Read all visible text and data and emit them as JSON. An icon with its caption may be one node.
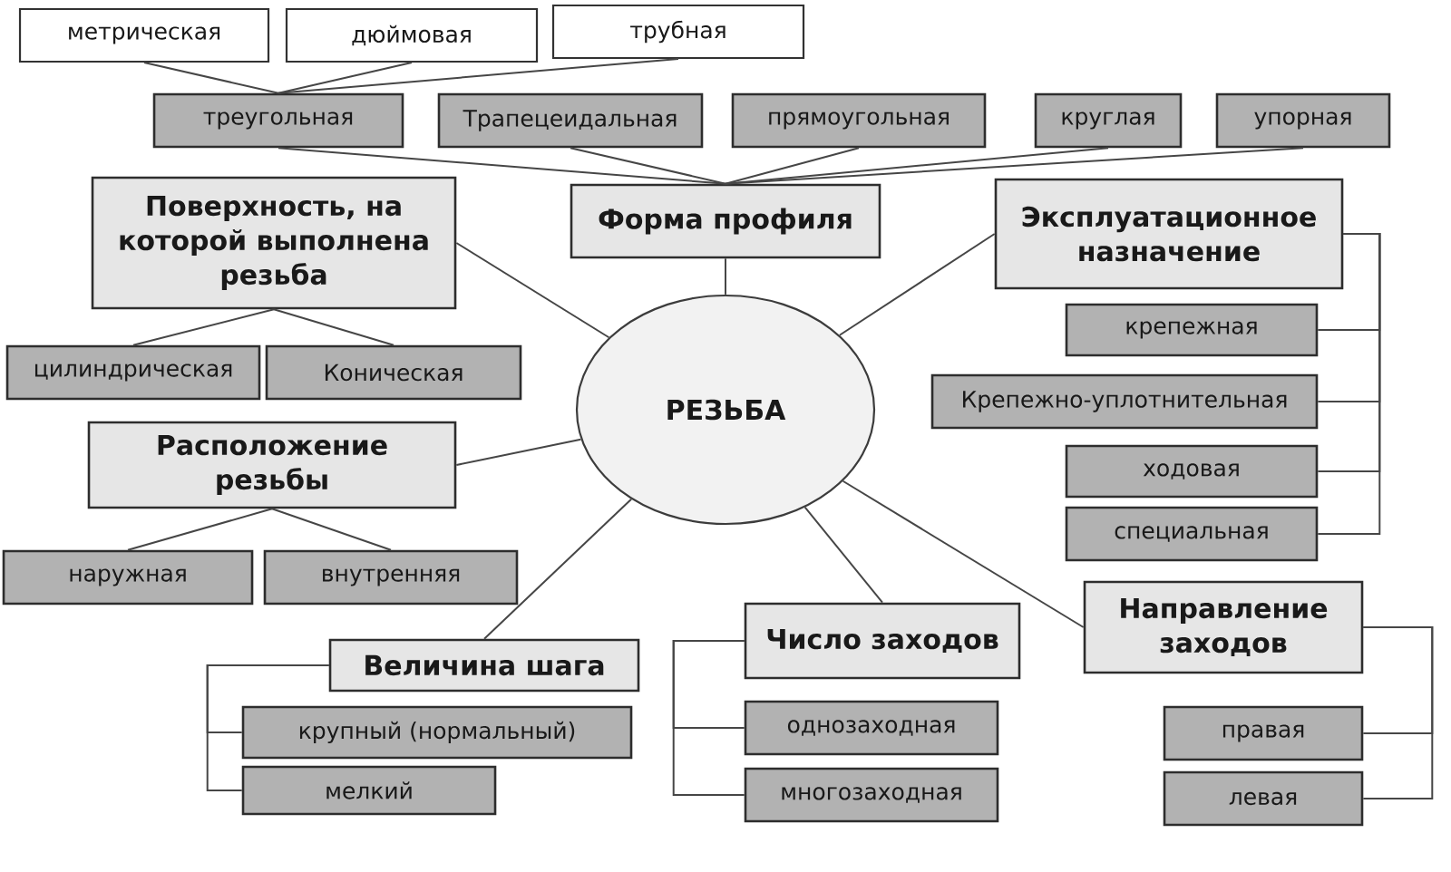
{
  "diagram": {
    "nodes": [
      {
        "text": [
          "метрическая"
        ]
      },
      {
        "text": [
          "дюймовая"
        ]
      },
      {
        "text": [
          "трубная"
        ]
      },
      {
        "text": [
          "треугольная"
        ]
      },
      {
        "text": [
          "Трапецеидальная"
        ]
      },
      {
        "text": [
          "прямоугольная"
        ]
      },
      {
        "text": [
          "круглая"
        ]
      },
      {
        "text": [
          "упорная"
        ]
      },
      {
        "text": [
          "Поверхность, на которой выполнена резьба"
        ]
      },
      {
        "text": [
          "Форма профиля"
        ]
      },
      {
        "text": [
          "Эксплуатационное назначение"
        ]
      },
      {
        "text": [
          "РЕЗЬБА"
        ]
      },
      {
        "text": [
          "цилиндрическая"
        ]
      },
      {
        "text": [
          "Коническая"
        ]
      },
      {
        "text": [
          "крепежная"
        ]
      },
      {
        "text": [
          "Крепежно-уплотнительная"
        ]
      },
      {
        "text": [
          "Расположение резьбы"
        ]
      },
      {
        "text": [
          "ходовая"
        ]
      },
      {
        "text": [
          "специальная"
        ]
      },
      {
        "text": [
          "наружная"
        ]
      },
      {
        "text": [
          "внутренняя"
        ]
      },
      {
        "text": [
          "Направление заходов"
        ]
      },
      {
        "text": [
          "Число заходов"
        ]
      },
      {
        "text": [
          "Величина шага"
        ]
      },
      {
        "text": [
          "крупный (нормальный)"
        ]
      },
      {
        "text": [
          "мелкий"
        ]
      },
      {
        "text": [
          "однозаходная"
        ]
      },
      {
        "text": [
          "многозаходная"
        ]
      },
      {
        "text": [
          "правая"
        ]
      },
      {
        "text": [
          "левая"
        ]
      }
    ],
    "edges": [
      {
        "from": 3,
        "to": 0,
        "arrow": "none"
      },
      {
        "from": 3,
        "to": 1,
        "arrow": "none"
      },
      {
        "from": 3,
        "to": 2,
        "arrow": "none"
      },
      {
        "from": 9,
        "to": 3,
        "arrow": "none"
      },
      {
        "from": 9,
        "to": 4,
        "arrow": "none"
      },
      {
        "from": 9,
        "to": 5,
        "arrow": "none"
      },
      {
        "from": 9,
        "to": 6,
        "arrow": "none"
      },
      {
        "from": 9,
        "to": 7,
        "arrow": "none"
      },
      {
        "from": 11,
        "to": 8,
        "arrow": "none"
      },
      {
        "from": 11,
        "to": 9,
        "arrow": "none"
      },
      {
        "from": 11,
        "to": 10,
        "arrow": "none"
      },
      {
        "from": 8,
        "to": 12,
        "arrow": "none"
      },
      {
        "from": 8,
        "to": 13,
        "arrow": "none"
      },
      {
        "from": 10,
        "to": 14,
        "arrow": "none"
      },
      {
        "from": 10,
        "to": 15,
        "arrow": "none"
      },
      {
        "from": 10,
        "to": 17,
        "arrow": "none"
      },
      {
        "from": 10,
        "to": 18,
        "arrow": "none"
      },
      {
        "from": 11,
        "to": 16,
        "arrow": "none"
      },
      {
        "from": 16,
        "to": 19,
        "arrow": "none"
      },
      {
        "from": 16,
        "to": 20,
        "arrow": "none"
      },
      {
        "from": 11,
        "to": 21,
        "arrow": "none"
      },
      {
        "from": 11,
        "to": 22,
        "arrow": "none"
      },
      {
        "from": 11,
        "to": 23,
        "arrow": "none"
      },
      {
        "from": 21,
        "to": 28,
        "arrow": "none"
      },
      {
        "from": 21,
        "to": 29,
        "arrow": "none"
      },
      {
        "from": 22,
        "to": 26,
        "arrow": "none"
      },
      {
        "from": 22,
        "to": 27,
        "arrow": "none"
      },
      {
        "from": 23,
        "to": 24,
        "arrow": "none"
      },
      {
        "from": 23,
        "to": 25,
        "arrow": "none"
      }
    ]
  }
}
